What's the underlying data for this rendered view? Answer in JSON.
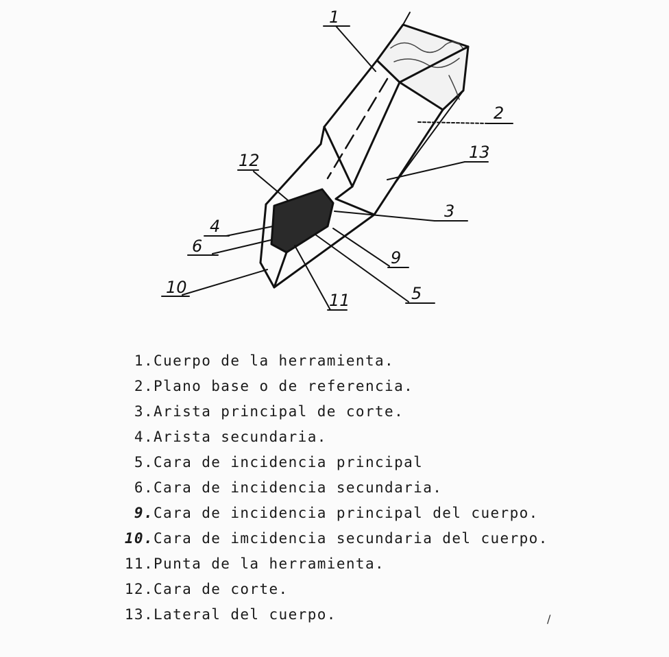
{
  "diagram": {
    "callouts": [
      {
        "id": "1",
        "label": "1"
      },
      {
        "id": "2",
        "label": "2"
      },
      {
        "id": "13",
        "label": "13"
      },
      {
        "id": "12",
        "label": "12"
      },
      {
        "id": "3",
        "label": "3"
      },
      {
        "id": "4",
        "label": "4"
      },
      {
        "id": "6",
        "label": "6"
      },
      {
        "id": "9",
        "label": "9"
      },
      {
        "id": "10",
        "label": "10"
      },
      {
        "id": "5",
        "label": "5"
      },
      {
        "id": "11",
        "label": "11"
      }
    ]
  },
  "legend": {
    "items": [
      {
        "num": "1.",
        "text": "Cuerpo de la herramienta."
      },
      {
        "num": "2.",
        "text": "Plano base o de referencia."
      },
      {
        "num": "3.",
        "text": "Arista principal de corte."
      },
      {
        "num": "4.",
        "text": "Arista secundaria."
      },
      {
        "num": "5.",
        "text": "Cara de incidencia principal"
      },
      {
        "num": "6.",
        "text": "Cara de incidencia secundaria."
      },
      {
        "num": "9.",
        "text": "Cara de incidencia principal del cuerpo."
      },
      {
        "num": "10.",
        "text": "Cara de imcidencia secundaria del cuerpo."
      },
      {
        "num": "11.",
        "text": "Punta de la herramienta."
      },
      {
        "num": "12.",
        "text": "Cara de corte."
      },
      {
        "num": "13.",
        "text": "Lateral del cuerpo."
      }
    ]
  }
}
